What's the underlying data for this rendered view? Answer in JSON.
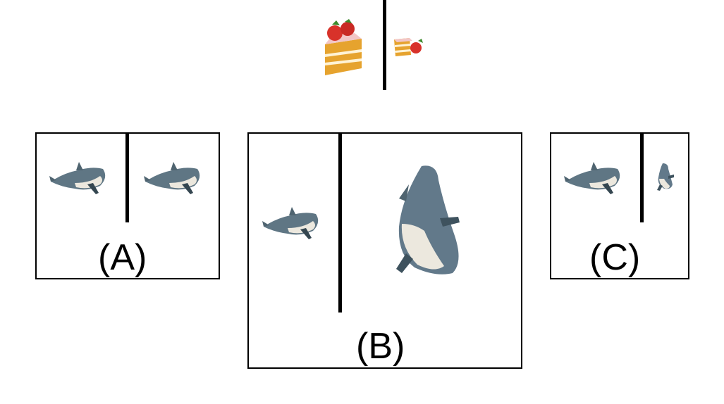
{
  "example": {
    "left_item": "strawberry-cake",
    "right_item": "strawberry-cake"
  },
  "options": [
    {
      "label": "(A)",
      "left_item": "shark-plush",
      "right_item": "shark-plush"
    },
    {
      "label": "(B)",
      "left_item": "shark-plush",
      "right_item": "shark-plush"
    },
    {
      "label": "(C)",
      "left_item": "shark-plush",
      "right_item": "shark-plush"
    }
  ]
}
